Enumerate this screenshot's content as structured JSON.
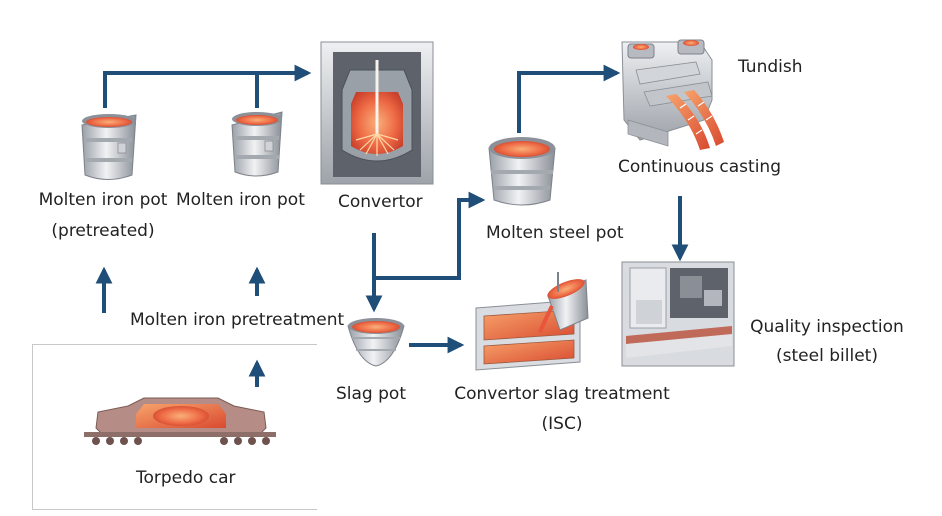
{
  "labels": {
    "molten_iron_pot_pretreated_line1": "Molten iron pot",
    "molten_iron_pot_pretreated_line2": "(pretreated)",
    "molten_iron_pot": "Molten iron pot",
    "convertor": "Convertor",
    "molten_steel_pot": "Molten steel pot",
    "tundish": "Tundish",
    "continuous_casting": "Continuous casting",
    "molten_iron_pretreatment": "Molten iron pretreatment",
    "slag_pot": "Slag pot",
    "convertor_slag_treatment_line1": "Convertor slag treatment",
    "convertor_slag_treatment_line2": "(ISC)",
    "quality_inspection_line1": "Quality inspection",
    "quality_inspection_line2": "(steel billet)",
    "torpedo_car": "Torpedo car"
  },
  "colors": {
    "arrow": "#1f4e79",
    "metal_light": "#e4e6ea",
    "metal_dark": "#8e939b",
    "molten": "#e8553a",
    "molten_glow": "#f7a36b"
  }
}
